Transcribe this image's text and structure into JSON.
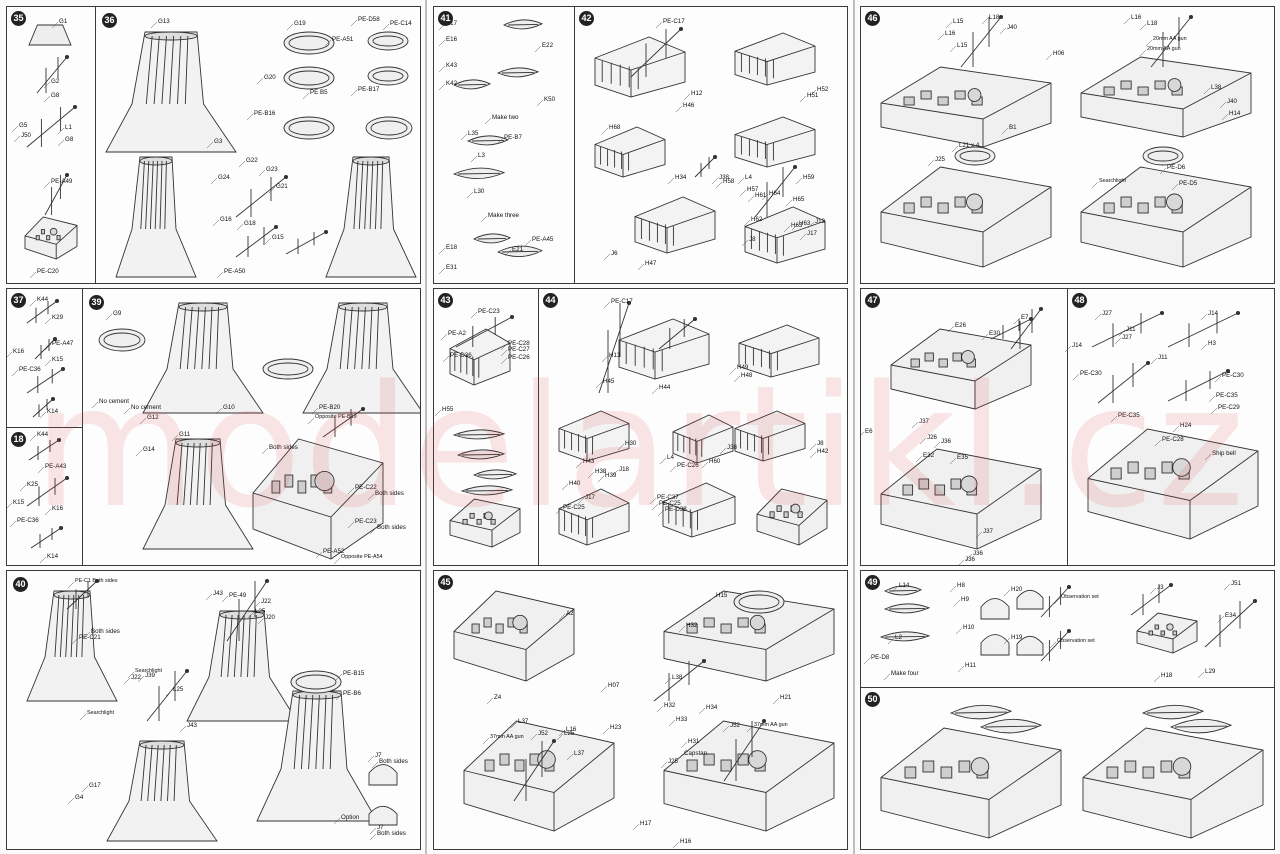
{
  "watermark": "modelartikl.cz",
  "panels": {
    "p35": {
      "step": "35",
      "labels": [
        "G1",
        "G2",
        "G8",
        "G5",
        "L1",
        "J50",
        "G8",
        "PE-A49",
        "PE-C20"
      ]
    },
    "p36": {
      "step": "36",
      "labels": [
        "G13",
        "G3",
        "G19",
        "PE-D58",
        "PE-C14",
        "PE-A51",
        "G20",
        "PE B5",
        "PE-B16",
        "PE-B17",
        "G22",
        "G23",
        "G21",
        "G24",
        "G16",
        "G18",
        "G15",
        "PE-A50"
      ]
    },
    "p37": {
      "step": "37",
      "labels": [
        "K44",
        "K29",
        "PE-A47",
        "K16",
        "K15",
        "PE-C36",
        "K14"
      ]
    },
    "p18": {
      "step": "18",
      "labels": [
        "K44",
        "PE-A43",
        "K25",
        "K15",
        "K16",
        "PE-C36",
        "K14"
      ]
    },
    "p39": {
      "step": "39",
      "labels": [
        "G9",
        "No cement",
        "No cement",
        "G12",
        "G11",
        "G14",
        "G10",
        "PE-B20",
        "Opposite PE-B19",
        "Both sides",
        "PE-C22",
        "Both sides",
        "PE-C23",
        "Both sides",
        "PE-A52",
        "Opposite PE-A54"
      ]
    },
    "p40": {
      "step": "40",
      "labels": [
        "PE-C1 Both sides",
        "Both sides",
        "PE-C21",
        "Searchlight",
        "J22",
        "J39",
        "L25",
        "Searchlight",
        "J43",
        "G17",
        "G4",
        "J43",
        "PE-49",
        "J22",
        "L25",
        "J20",
        "PE-B15",
        "PE-B6",
        "J7",
        "Both sides",
        "Option",
        "J7",
        "Both sides"
      ]
    },
    "p41": {
      "step": "41",
      "labels": [
        "E17",
        "E16",
        "E22",
        "K43",
        "K42",
        "K50",
        "Make two",
        "L35",
        "PE-B7",
        "L3",
        "L30",
        "Make three",
        "E18",
        "E21",
        "PE-A45",
        "E31"
      ]
    },
    "p42": {
      "step": "42",
      "labels": [
        "PE-C17",
        "H12",
        "H46",
        "H68",
        "H51",
        "H52",
        "H34",
        "J38",
        "H58",
        "H57",
        "L4",
        "H61",
        "H64",
        "H65",
        "H59",
        "H62",
        "H63",
        "H63",
        "J13",
        "J17",
        "J8",
        "J6",
        "H47"
      ]
    },
    "p43": {
      "step": "43",
      "labels": [
        "PE-C23",
        "PE-A2",
        "PE-C28",
        "PE-C27",
        "PE-C26",
        "PE-D36",
        "H55"
      ]
    },
    "p44": {
      "step": "44",
      "labels": [
        "PE-C17",
        "H13",
        "H45",
        "H44",
        "H49",
        "H48",
        "H30",
        "L4",
        "H60",
        "J38",
        "J8",
        "H42",
        "H43",
        "H38",
        "H39",
        "J18",
        "H40",
        "J17",
        "PE-C25",
        "PE-C26",
        "PE-C37",
        "PE-C25",
        "PE-D38"
      ]
    },
    "p45": {
      "step": "45",
      "labels": [
        "A2",
        "Z4",
        "H15",
        "H32",
        "H07",
        "H23",
        "L38",
        "H32",
        "H33",
        "H34",
        "H21",
        "L37",
        "J52",
        "L16",
        "L25",
        "L37",
        "H31",
        "Capstan",
        "J25",
        "J52",
        "37mm AA gun",
        "37mm AA gun",
        "H17",
        "H16"
      ]
    },
    "p46": {
      "step": "46",
      "labels": [
        "L15",
        "L18",
        "L16",
        "L15",
        "L18",
        "L16",
        "20mm AA gun",
        "20mm AA gun",
        "J40",
        "H06",
        "L38",
        "J40",
        "H14",
        "B1",
        "L21 x 4",
        "J25",
        "PE-D6",
        "PE-D5",
        "Searchlight"
      ]
    },
    "p47": {
      "step": "47",
      "labels": [
        "E26",
        "E30",
        "E7",
        "E6",
        "J37",
        "J26",
        "J36",
        "E35",
        "E32",
        "J37",
        "J36",
        "J36"
      ]
    },
    "p48": {
      "step": "48",
      "labels": [
        "J27",
        "J11",
        "J14",
        "J27",
        "J14",
        "H3",
        "J11",
        "PE-C30",
        "PE-C30",
        "PE-C35",
        "PE-C29",
        "PE-C35",
        "PE-C28",
        "H24",
        "Ship bell"
      ]
    },
    "p49": {
      "step": "49",
      "labels": [
        "L14",
        "L2",
        "PE-D8",
        "Make four",
        "H8",
        "H9",
        "H10",
        "H11",
        "H20",
        "H19",
        "Observation set",
        "Observation set",
        "J3",
        "J51",
        "E34",
        "H18",
        "L29"
      ]
    },
    "p50": {
      "step": "50",
      "labels": []
    }
  }
}
